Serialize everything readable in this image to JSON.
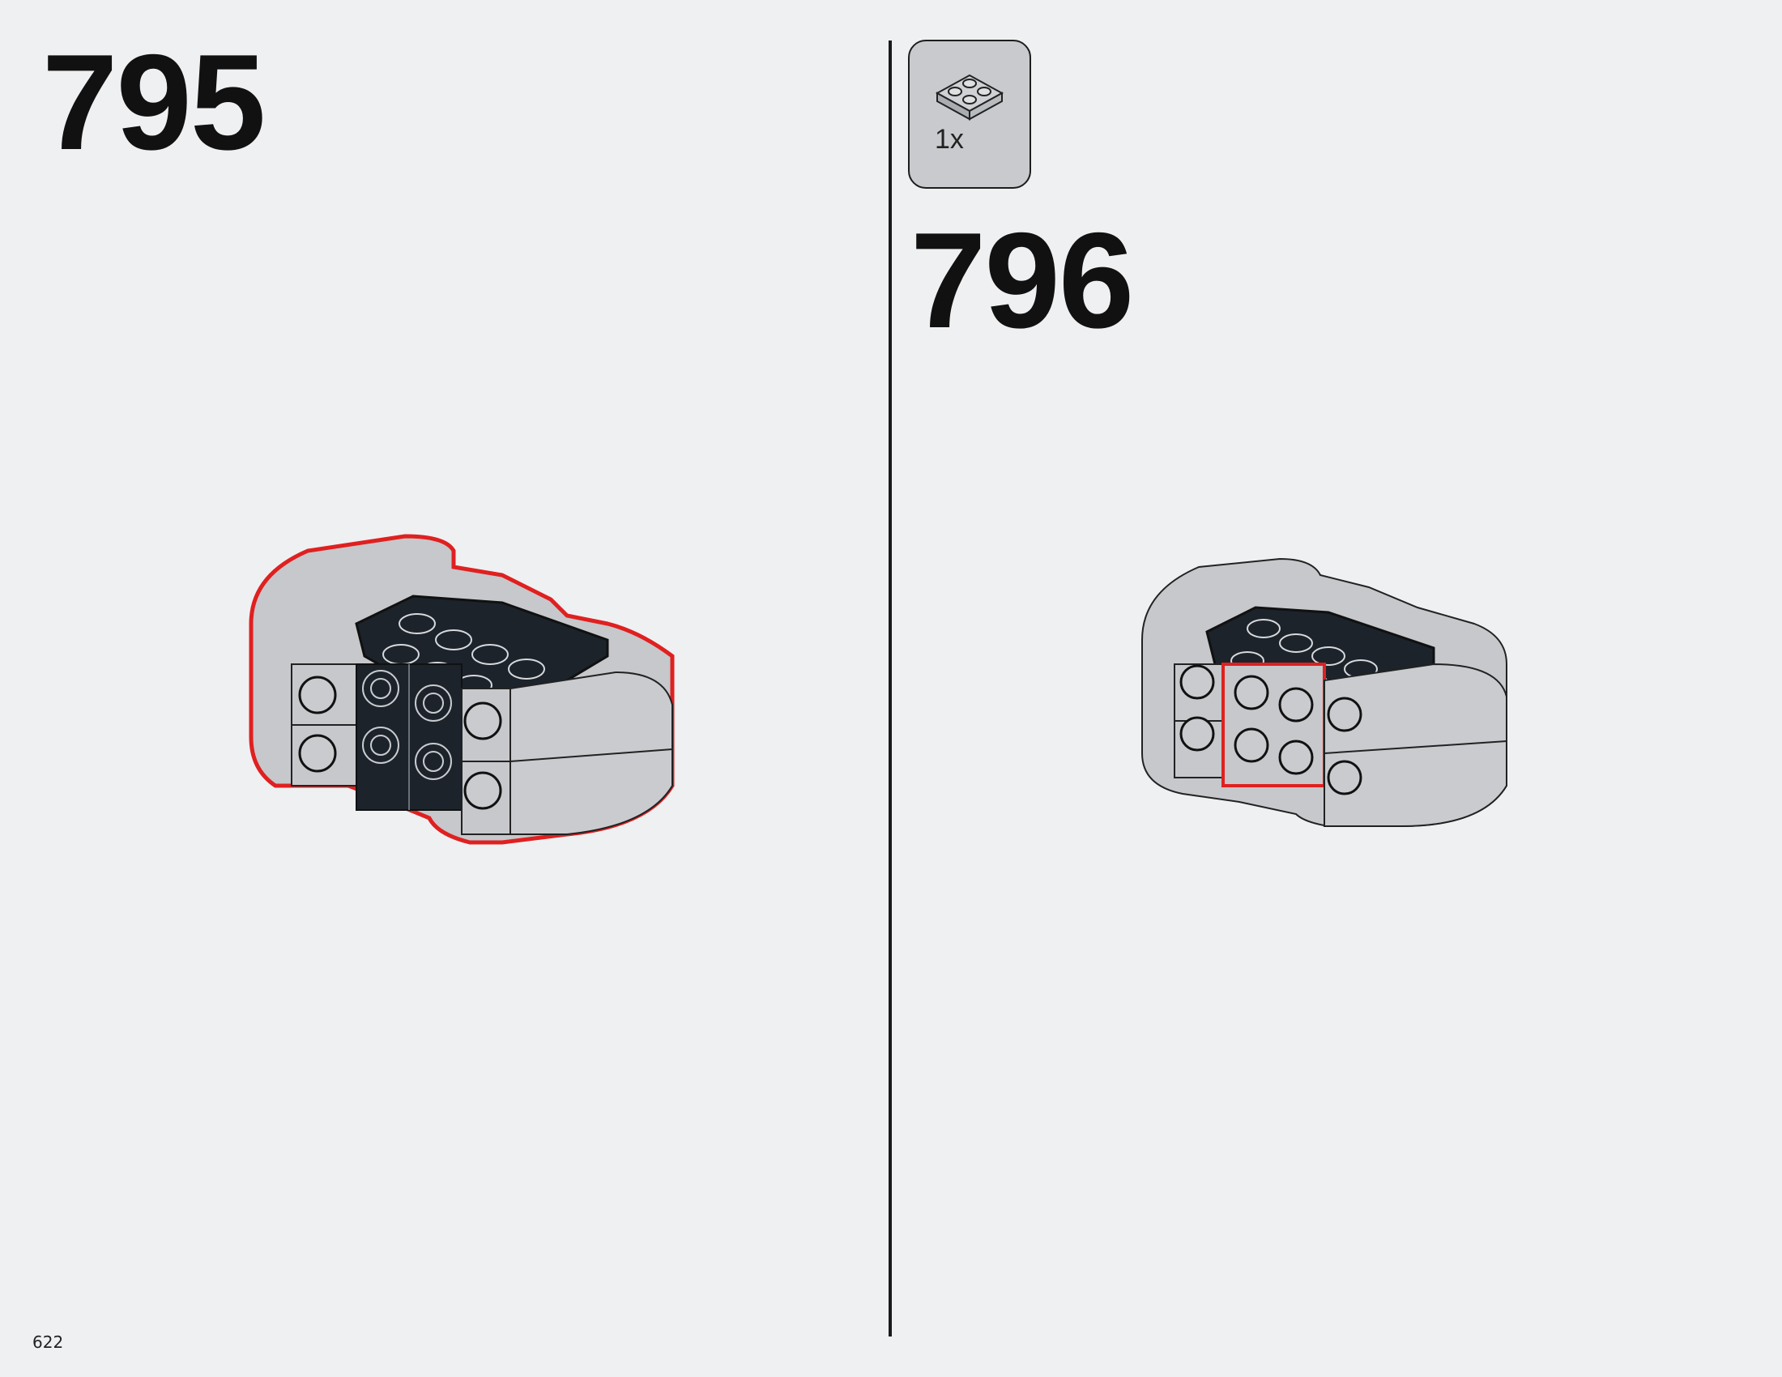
{
  "steps": [
    {
      "number": "795"
    },
    {
      "number": "796",
      "parts": [
        {
          "quantity": "1x",
          "part_icon": "plate-2x2-light-gray-icon"
        }
      ]
    }
  ],
  "page": {
    "number": "622"
  },
  "colors": {
    "background": "#eff0f2",
    "brick_light_gray": "#c6c8cb",
    "brick_dark": "#1c232b",
    "highlight": "#e02020"
  }
}
